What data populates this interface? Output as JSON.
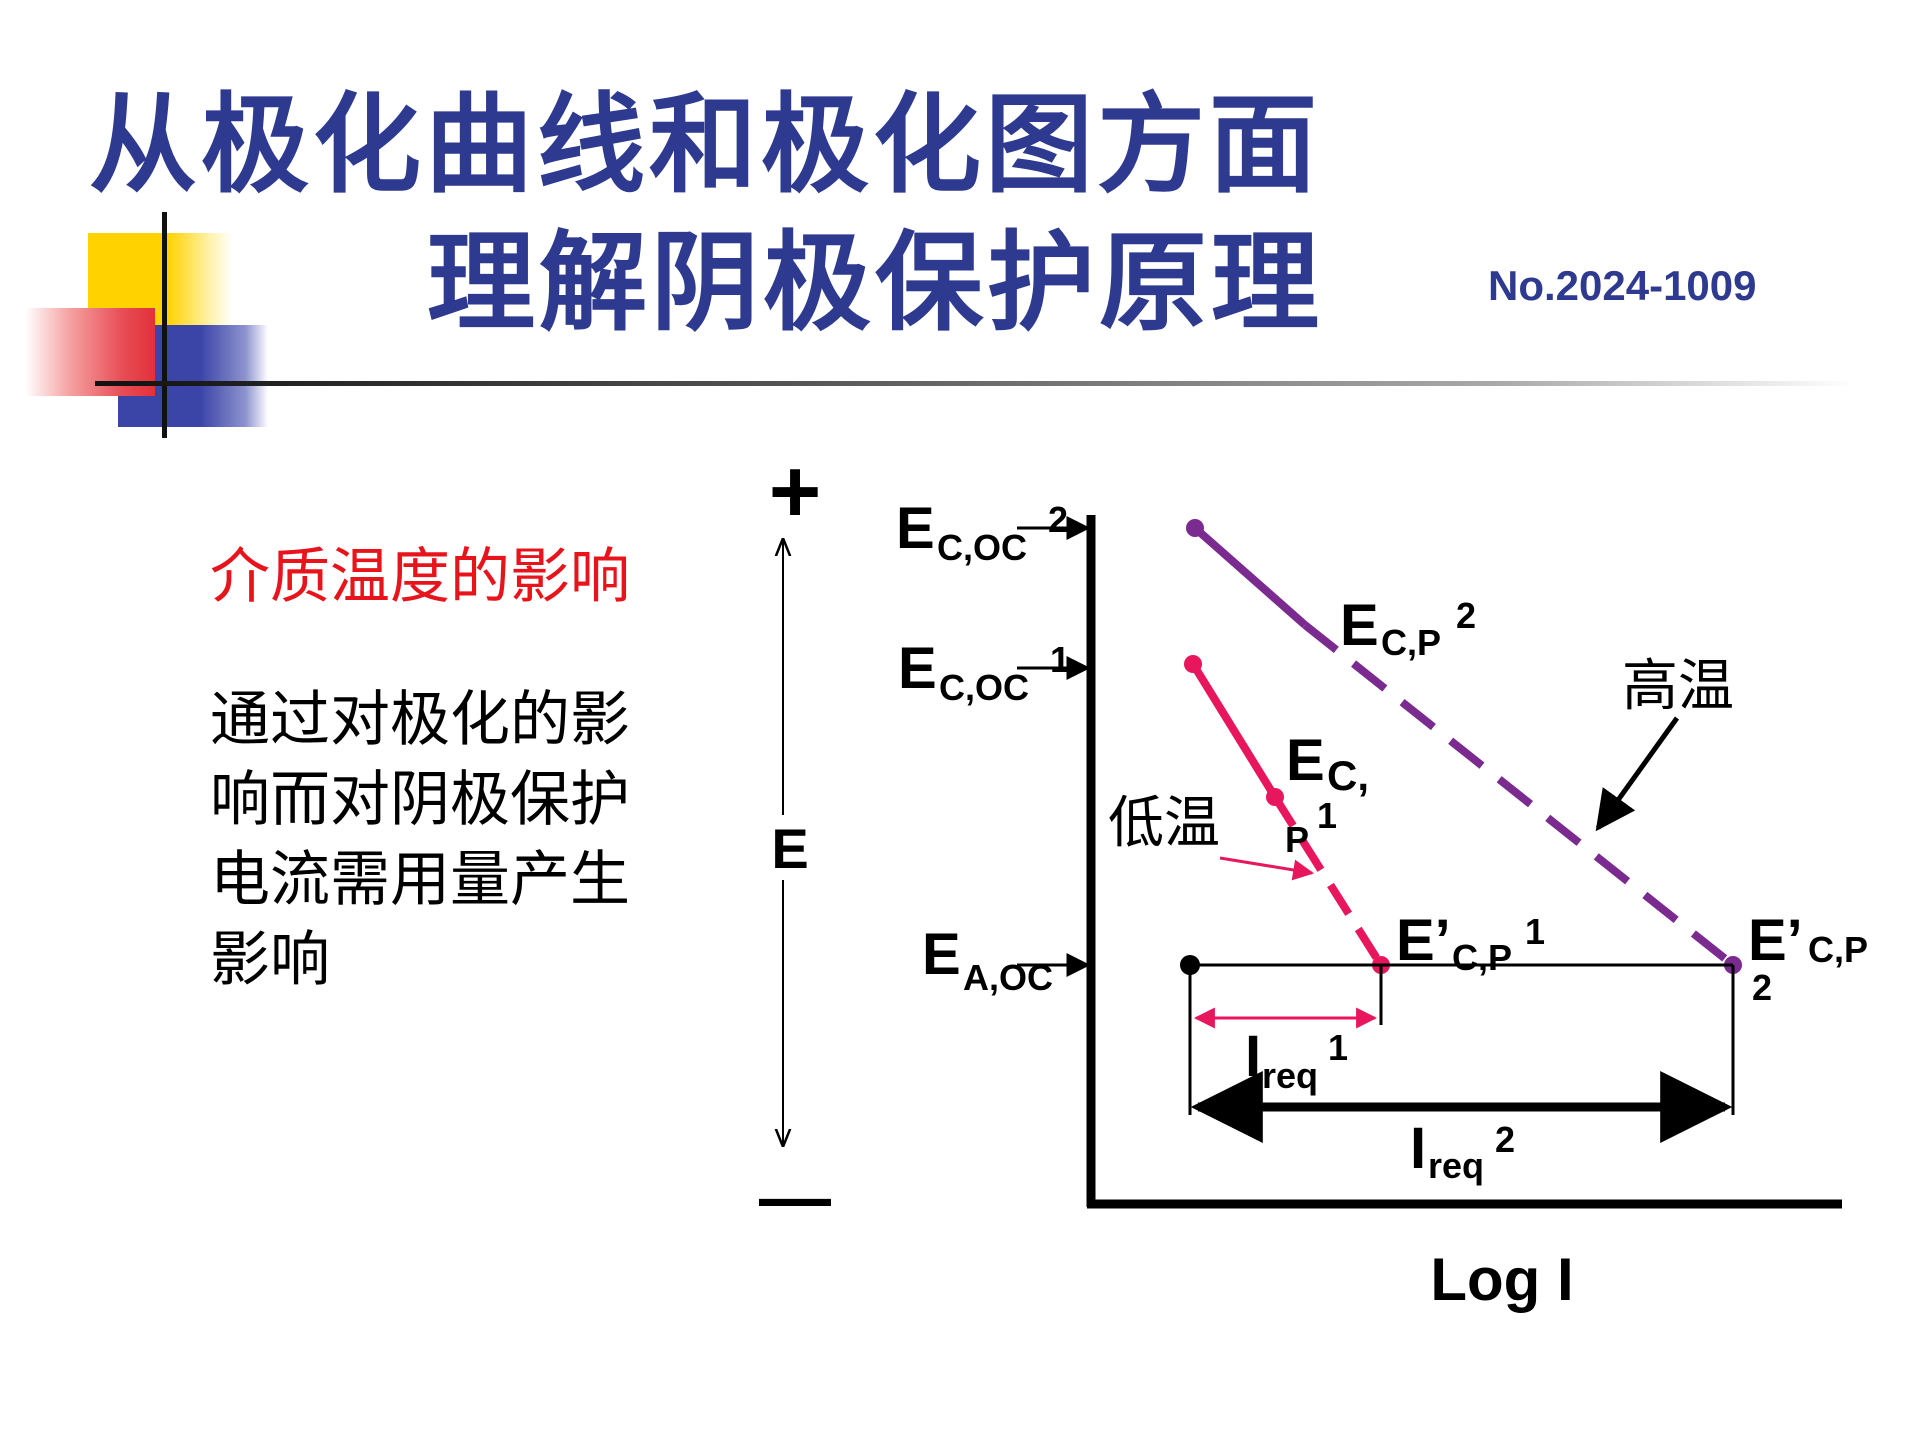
{
  "slide": {
    "title_line1": "从极化曲线和极化图方面",
    "title_line2": "理解阴极保护原理",
    "doc_no": "No.2024-1009"
  },
  "text_panel": {
    "heading": "介质温度的影响",
    "body_lines": [
      "通过对极化的影",
      "响而对阴极保护",
      "电流需用量产生",
      "影响"
    ]
  },
  "diagram": {
    "axis": {
      "plus": "+",
      "minus": "—",
      "y_label": "E",
      "x_label": "Log I"
    },
    "labels": {
      "e_c_oc2": {
        "main": "E",
        "sub": "C,OC",
        "sup": "2"
      },
      "e_c_oc1": {
        "main": "E",
        "sub": "C,OC",
        "sup": "1"
      },
      "e_a_oc": {
        "main": "E",
        "sub": "A,OC"
      },
      "e_c_p2": {
        "main": "E",
        "sub": "C,P",
        "sup": "2"
      },
      "e_c_p1": {
        "main": "E",
        "sub1": "C,",
        "sub2": "P",
        "sup": "1"
      },
      "e_prime_c_p1": {
        "main": "E’",
        "sub": "C,P",
        "sup": "1"
      },
      "e_prime_c_p2": {
        "main": "E’",
        "sub": "C,P",
        "sub2": "2"
      },
      "i_req1": {
        "main": "I",
        "sub": "req",
        "sup": "1"
      },
      "i_req2": {
        "main": "I",
        "sub": "req",
        "sup": "2"
      },
      "low_temp": "低温",
      "high_temp": "高温"
    },
    "colors": {
      "low_temp_line": "#e8175d",
      "high_temp_line": "#7b2a8f",
      "title": "#2e3a8f",
      "heading": "#e8141c"
    }
  }
}
